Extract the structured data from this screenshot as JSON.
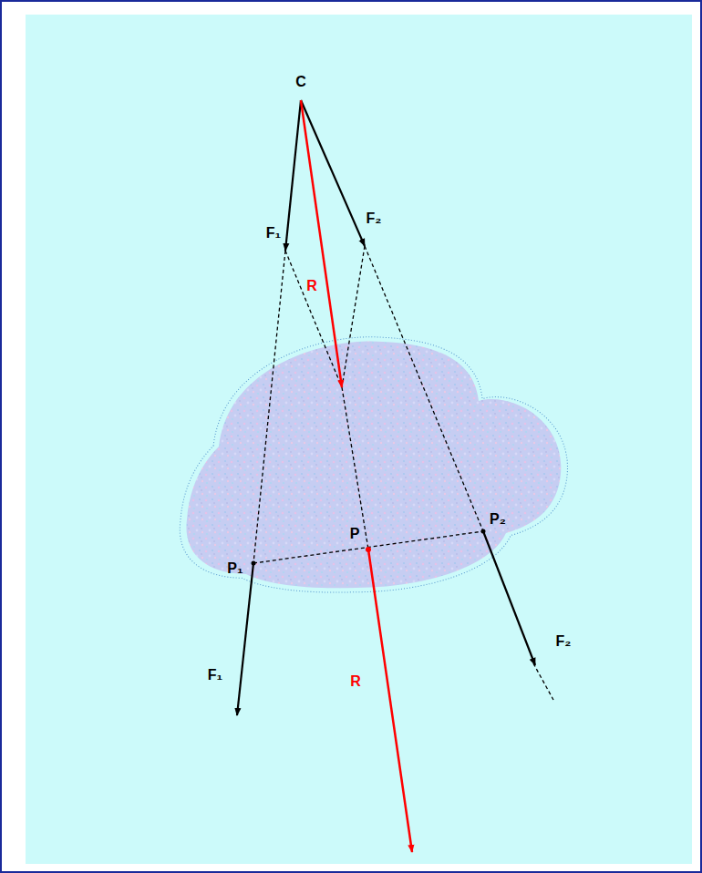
{
  "diagram": {
    "labels": [
      "C",
      "F₁",
      "F₂",
      "R",
      "P₂",
      "P",
      "P₁",
      "F₂",
      "F₁",
      "R"
    ]
  }
}
